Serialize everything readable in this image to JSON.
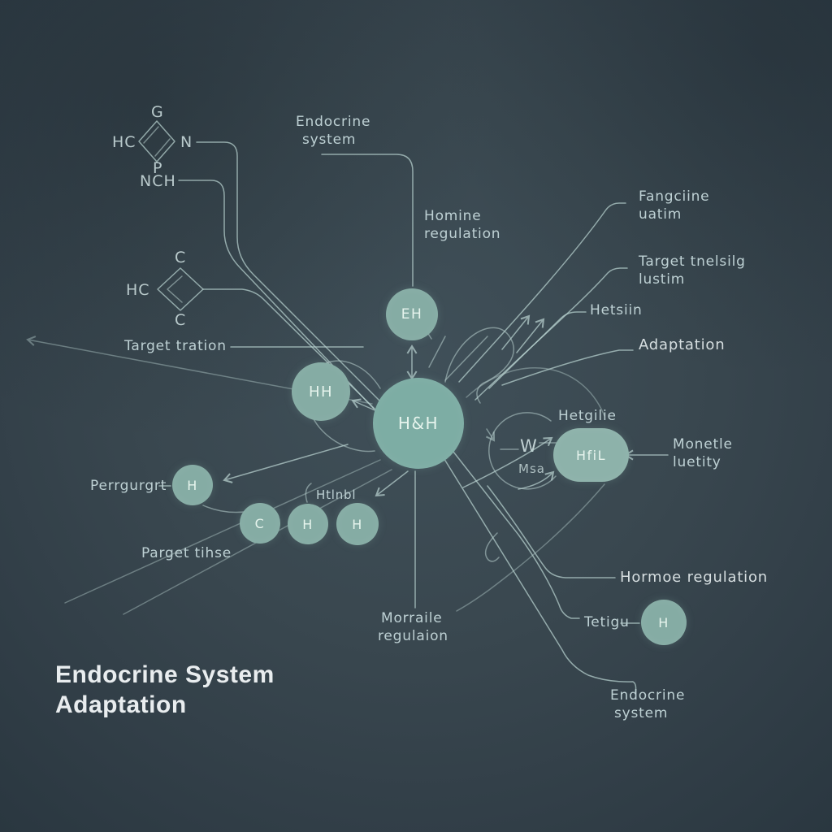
{
  "title": {
    "line1": "Endocrine System",
    "line2": "Adaptation"
  },
  "chem1": {
    "top": "G",
    "left": "HC",
    "right": "N",
    "bottom": "P",
    "sub": "NCH"
  },
  "chem2": {
    "top": "C",
    "left": "HC",
    "bottom": "C"
  },
  "labels": {
    "endocrine_top": {
      "line1": "Endocrine",
      "line2": "system"
    },
    "homine": {
      "line1": "Homine",
      "line2": "regulation"
    },
    "fangciine": {
      "line1": "Fangciine",
      "line2": "uatim"
    },
    "target_tnelsilg": {
      "line1": "Target tnelsilg",
      "line2": "lustim"
    },
    "hetsiin": {
      "text": "Hetsiin"
    },
    "adaptation": {
      "text": "Adaptation"
    },
    "target_tration": {
      "text": "Target tration"
    },
    "hetgilie": {
      "text": "Hetgilie"
    },
    "monetle": {
      "line1": "Monetle",
      "line2": "luetity"
    },
    "perrgurgrt": {
      "text": "Perrgurgrt"
    },
    "parget_tihse": {
      "text": "Parget tihse"
    },
    "htlnbl": {
      "text": "Htlnbl"
    },
    "morraile": {
      "line1": "Morraile",
      "line2": "regulaion"
    },
    "hormoe": {
      "text": "Hormoe regulation"
    },
    "tetigu": {
      "text": "Tetigu"
    },
    "endocrine_bottom": {
      "line1": "Endocrine",
      "line2": "system"
    },
    "w_cluster": {
      "line1": "W",
      "line2": "Msa"
    }
  },
  "nodes": {
    "eh": {
      "text": "EH"
    },
    "center": {
      "text": "H&H"
    },
    "left_hh": {
      "text": "HH"
    },
    "h_perr": {
      "text": "H"
    },
    "c1": {
      "text": "C"
    },
    "h1": {
      "text": "H"
    },
    "h2": {
      "text": "H"
    },
    "hfl": {
      "text": "HfiL"
    },
    "h_tetigu": {
      "text": "H"
    }
  },
  "colors": {
    "background": "#39474f",
    "node_fill": "#85aca4",
    "line": "#b9d2d0",
    "label_text": "#bed1d4",
    "title_text": "#e9edef"
  }
}
